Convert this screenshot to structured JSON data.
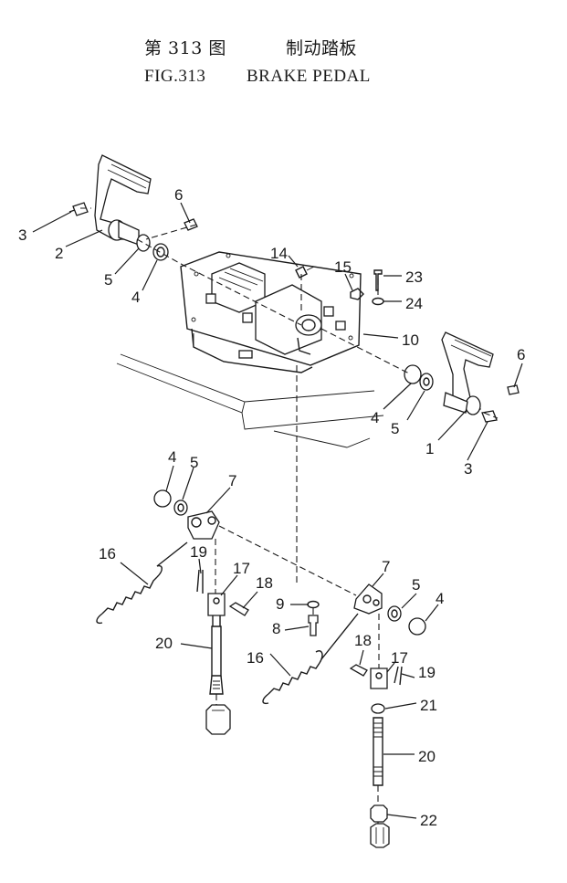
{
  "header": {
    "cn_fig": "第 313 图",
    "cn_name": "制动踏板",
    "en_fig": "FIG.313",
    "en_name": "BRAKE PEDAL"
  },
  "callouts": {
    "c1a": "6",
    "c1b": "3",
    "c1c": "2",
    "c1d": "5",
    "c1e": "4",
    "c2a": "14",
    "c2b": "15",
    "c2c": "23",
    "c2d": "24",
    "c2e": "10",
    "c3a": "6",
    "c3b": "4",
    "c3c": "5",
    "c3d": "1",
    "c3e": "3",
    "c4a": "4",
    "c4b": "5",
    "c4c": "7",
    "c4d": "16",
    "c4e": "19",
    "c4f": "17",
    "c4g": "18",
    "c4h": "20",
    "c5a": "7",
    "c5b": "5",
    "c5c": "4",
    "c5d": "9",
    "c5e": "8",
    "c5f": "18",
    "c5g": "16",
    "c5h": "17",
    "c5i": "19",
    "c5j": "21",
    "c5k": "20",
    "c5l": "22"
  }
}
